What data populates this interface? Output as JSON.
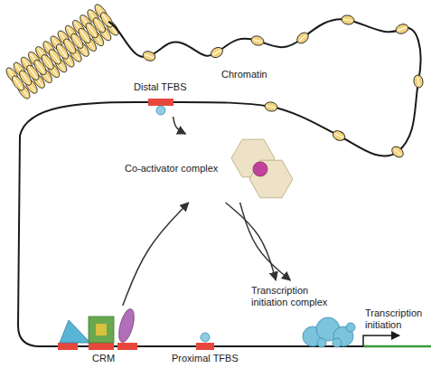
{
  "diagram": {
    "nodes": [
      {
        "text": [
          "Distal TFBS"
        ]
      },
      {
        "text": [
          "Co-activator complex"
        ]
      },
      {
        "text": [
          "CRM"
        ]
      },
      {
        "text": [
          "Proximal TFBS"
        ]
      },
      {
        "text": [
          "Transcription initiation complex"
        ]
      }
    ],
    "edges": [
      {
        "from": 0,
        "to": 1,
        "arrow": "to"
      },
      {
        "from": 2,
        "to": 1,
        "arrow": "to"
      },
      {
        "from": 1,
        "to": 4,
        "arrow": "to"
      },
      {
        "from": 1,
        "to": 4,
        "arrow": "to"
      }
    ],
    "labels": [
      "Chromatin",
      "Transcription initiation"
    ]
  }
}
